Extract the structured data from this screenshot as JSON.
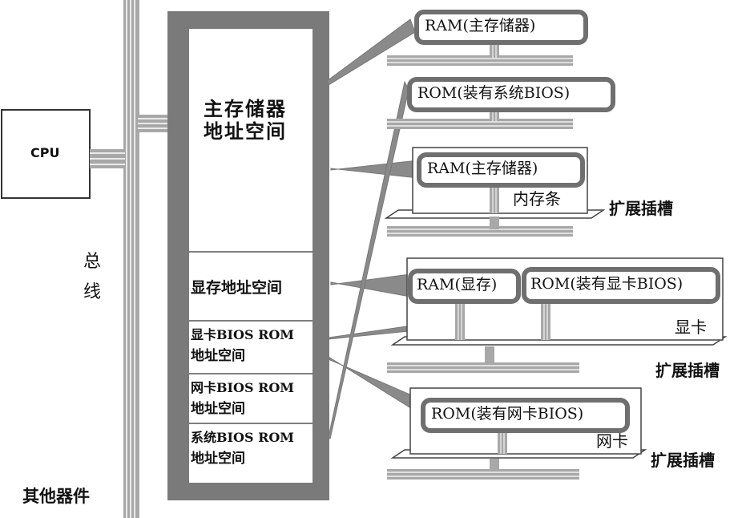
{
  "cpu": {
    "label": "CPU"
  },
  "bus": {
    "label_1": "总",
    "label_2": "线"
  },
  "other_devices": "其他器件",
  "address_space": {
    "main_line1": "主存储器",
    "main_line2": "地址空间",
    "vram": "显存地址空间",
    "video_bios_line1": "显卡BIOS ROM",
    "video_bios_line2": "地址空间",
    "nic_bios_line1": "网卡BIOS ROM",
    "nic_bios_line2": "地址空间",
    "sys_bios_line1": "系统BIOS ROM",
    "sys_bios_line2": "地址空间"
  },
  "chips": {
    "ram_main_top": "RAM(主存储器)",
    "rom_system": "ROM(装有系统BIOS)",
    "ram_main_module": "RAM(主存储器)",
    "ram_vram": "RAM(显存)",
    "rom_video": "ROM(装有显卡BIOS)",
    "rom_nic": "ROM(装有网卡BIOS)"
  },
  "cards": {
    "memory_module": "内存条",
    "video_card": "显卡",
    "network_card": "网卡"
  },
  "slots": {
    "slot_1": "扩展插槽",
    "slot_2": "扩展插槽",
    "slot_3": "扩展插槽"
  }
}
